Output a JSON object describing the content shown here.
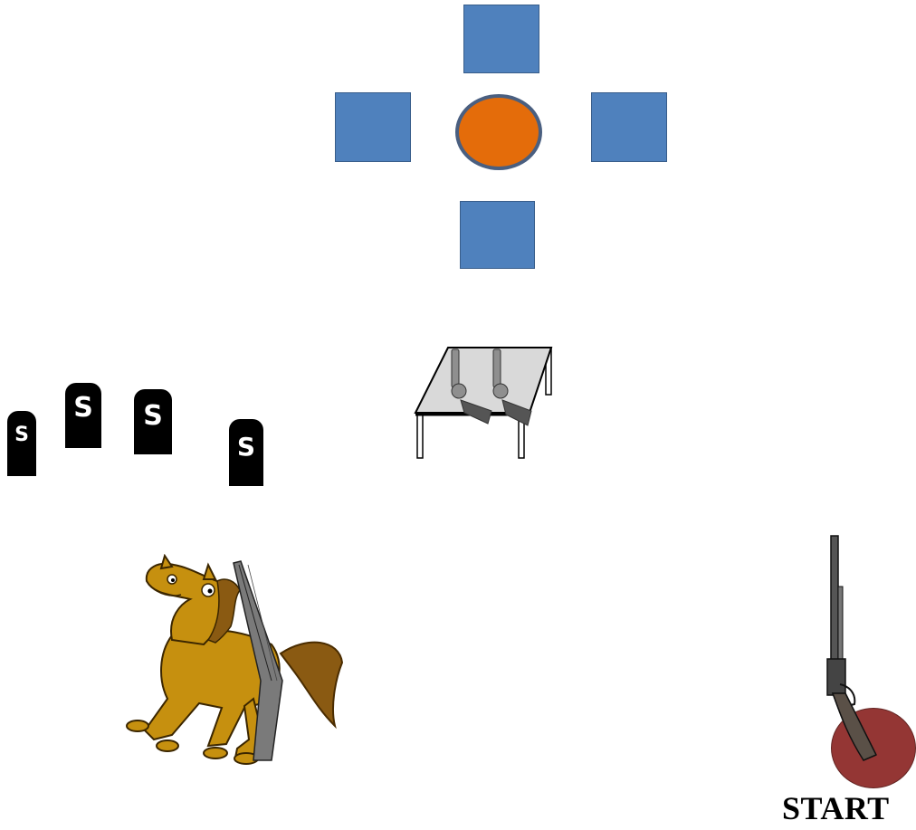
{
  "dpad": {
    "up_icon": "square-button",
    "left_icon": "square-button",
    "right_icon": "square-button",
    "down_icon": "square-button",
    "center_icon": "circle-button",
    "square_color": "#4f81bd",
    "center_color": "#e46c0a"
  },
  "tombstones": {
    "icon": "tombstone-icon",
    "items": [
      {
        "label": "S"
      },
      {
        "label": "S"
      },
      {
        "label": "S"
      },
      {
        "label": "S"
      }
    ]
  },
  "table": {
    "icon": "table-with-revolvers-icon"
  },
  "horse": {
    "icon": "horse-with-shotgun-icon",
    "color": "#c6900f"
  },
  "rifle": {
    "icon": "rifle-icon"
  },
  "start": {
    "label": "START",
    "button_color": "#943634"
  }
}
